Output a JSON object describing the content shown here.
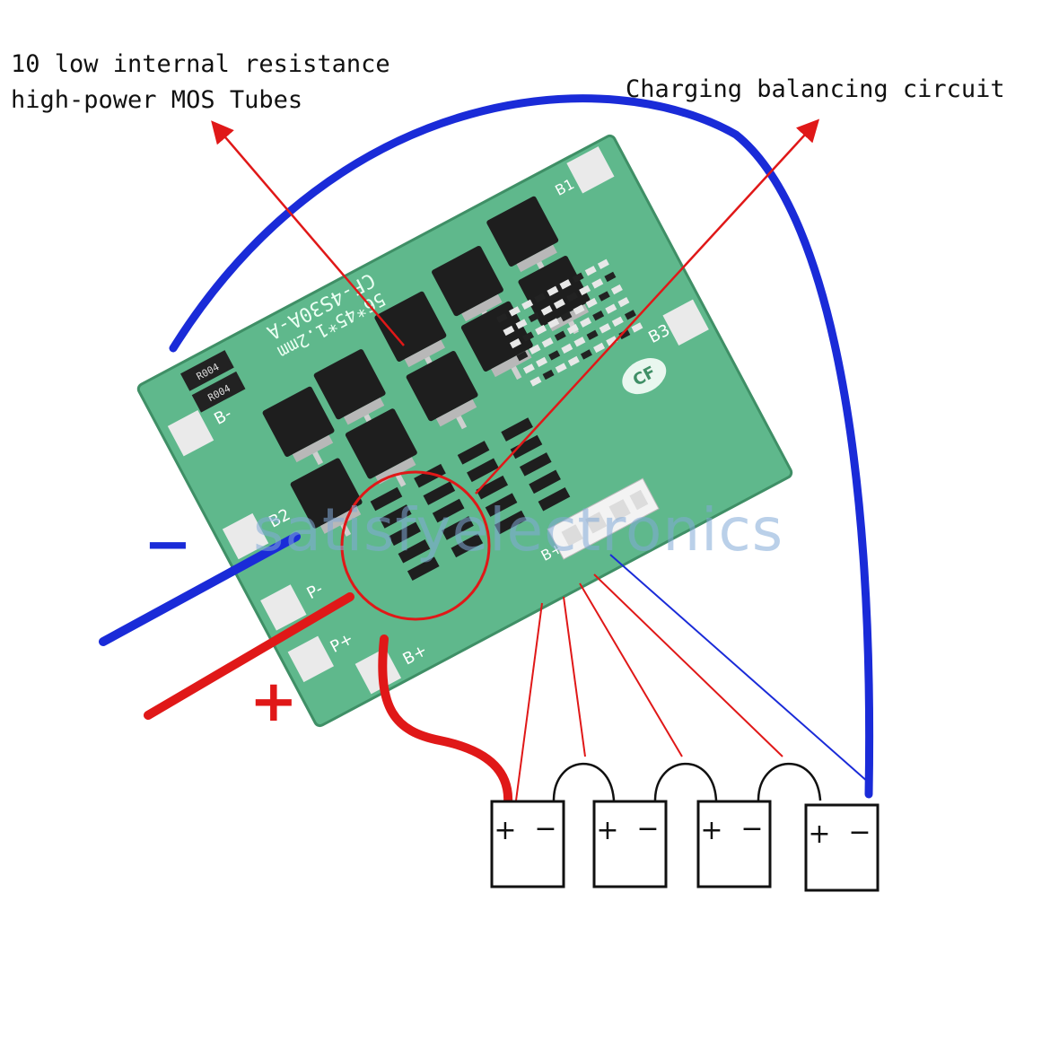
{
  "callouts": {
    "mos_line1": "10 low internal resistance",
    "mos_line2": "high-power MOS Tubes",
    "balancing": "Charging balancing circuit"
  },
  "polarity": {
    "negative": "−",
    "positive": "+"
  },
  "board": {
    "model": "CF-4S30A-A",
    "size": "56*45*1.2mm",
    "pads": {
      "b_minus": "B-",
      "b2": "B2",
      "b3": "B3",
      "p_minus": "P-",
      "p_plus": "P+",
      "b_plus": "B+",
      "b_plus_conn": "B+",
      "b1": "B1"
    },
    "resistor_marking": "R004",
    "logo": "CF",
    "mosfet_count": 10
  },
  "watermark": "satisfyelectronics",
  "batteries": [
    {
      "plus": "+",
      "minus": "−"
    },
    {
      "plus": "+",
      "minus": "−"
    },
    {
      "plus": "+",
      "minus": "−"
    },
    {
      "plus": "+",
      "minus": "−"
    }
  ],
  "colors": {
    "negative_wire": "#1a2bd8",
    "positive_wire": "#e01818",
    "pcb": "#5fb88c",
    "mosfet": "#1e1e1e"
  }
}
